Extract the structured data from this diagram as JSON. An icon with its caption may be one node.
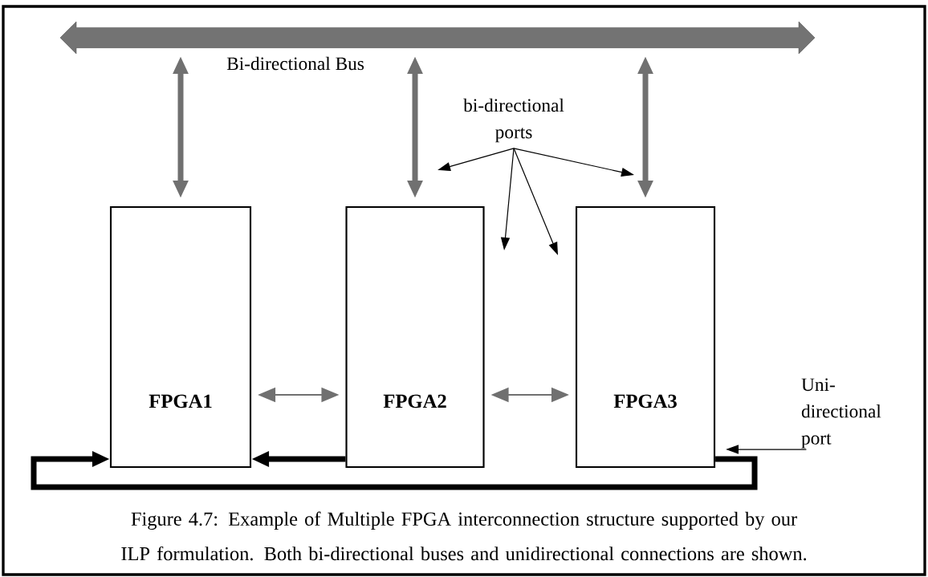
{
  "diagram": {
    "caption": "Figure 4.7:  Example of Multiple FPGA interconnection structure supported by our ILP formulation. Both bi-directional buses and unidirectional connections are shown.",
    "nodes": [
      {
        "text": [],
        "shape": "arrow",
        "beside": [
          "Bi-directional Bus"
        ]
      },
      {
        "text": [
          "FPGA1"
        ]
      },
      {
        "text": [
          "FPGA2"
        ]
      },
      {
        "text": [
          "FPGA3"
        ]
      },
      {
        "text": [
          "bi-directional ports"
        ]
      },
      {
        "text": [
          "Uni-directional port"
        ]
      }
    ],
    "edges": [
      {
        "from": 0,
        "to": 1,
        "arrow": "both",
        "style": "thick",
        "color": "#707070"
      },
      {
        "from": 0,
        "to": 2,
        "arrow": "both",
        "style": "thick",
        "color": "#707070"
      },
      {
        "from": 0,
        "to": 3,
        "arrow": "both",
        "style": "thick",
        "color": "#707070"
      },
      {
        "from": 1,
        "to": 2,
        "arrow": "both",
        "color": "#707070"
      },
      {
        "from": 2,
        "to": 3,
        "arrow": "both",
        "color": "#707070"
      },
      {
        "from": 2,
        "to": 1,
        "arrow": "to",
        "style": "thick"
      },
      {
        "from": 3,
        "to": 1,
        "arrow": "to",
        "style": "thick"
      },
      {
        "from": 4,
        "to": null,
        "arrow": "to"
      },
      {
        "from": 4,
        "to": null,
        "arrow": "to"
      },
      {
        "from": 4,
        "to": null,
        "arrow": "to"
      },
      {
        "from": 4,
        "to": null,
        "arrow": "to"
      },
      {
        "from": 5,
        "to": null,
        "arrow": "to"
      }
    ]
  }
}
